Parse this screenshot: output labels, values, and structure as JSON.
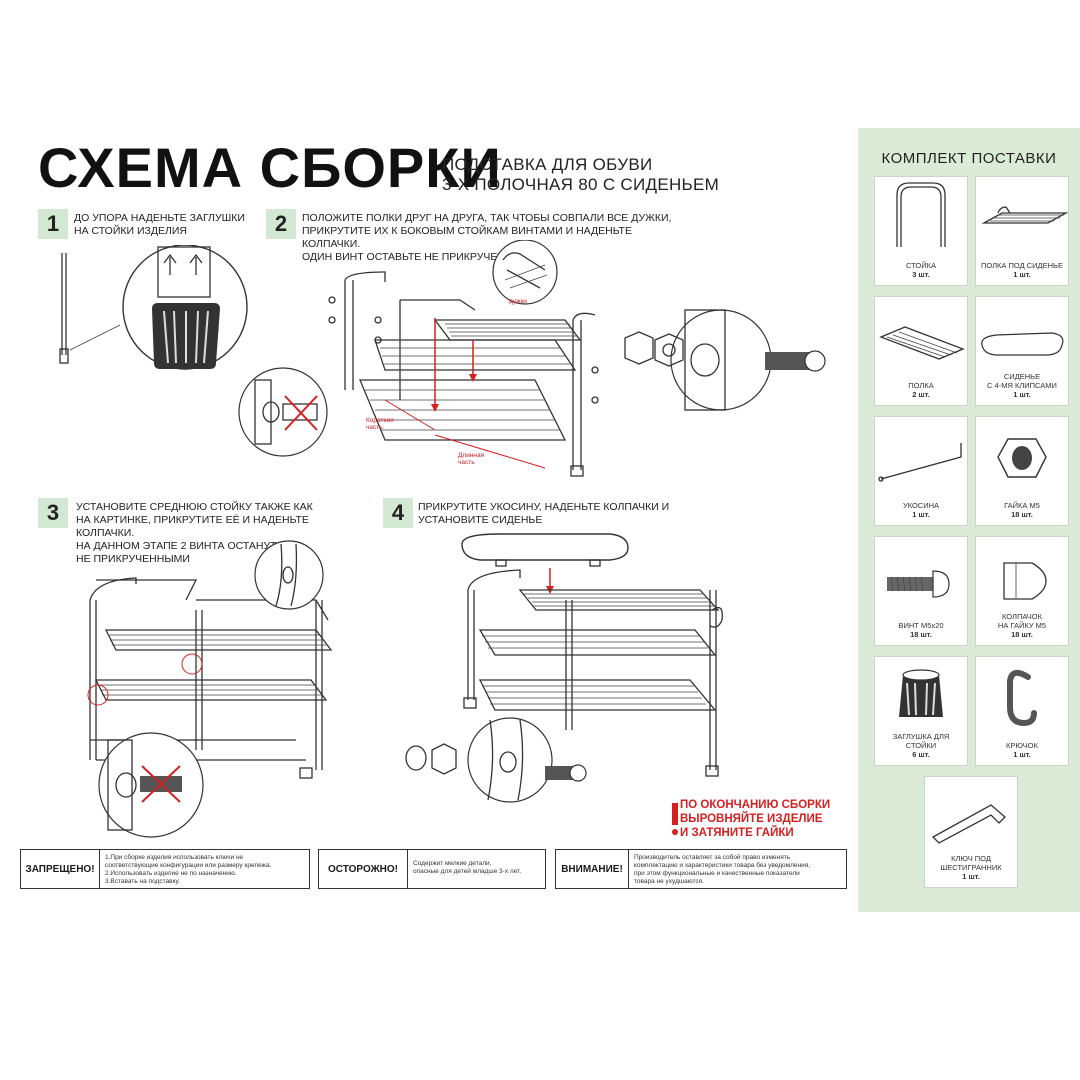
{
  "header": {
    "title": "СХЕМА СБОРКИ",
    "subtitle_line1": "ПОДСТАВКА ДЛЯ ОБУВИ",
    "subtitle_line2": "3-Х ПОЛОЧНАЯ 80 С СИДЕНЬЕМ"
  },
  "steps": [
    {
      "number": "1",
      "line1": "ДО УПОРА НАДЕНЬТЕ ЗАГЛУШКИ",
      "line2": "НА СТОЙКИ ИЗДЕЛИЯ",
      "line3": "",
      "line4": ""
    },
    {
      "number": "2",
      "line1": "ПОЛОЖИТЕ ПОЛКИ ДРУГ НА ДРУГА, ТАК ЧТОБЫ СОВПАЛИ ВСЕ ДУЖКИ,",
      "line2": "ПРИКРУТИТЕ ИХ К БОКОВЫМ СТОЙКАМ  ВИНТАМИ И НАДЕНЬТЕ КОЛПАЧКИ.",
      "line3": "ОДИН ВИНТ ОСТАВЬТЕ НЕ ПРИКРУЧЕННЫМ",
      "line4": ""
    },
    {
      "number": "3",
      "line1": "УСТАНОВИТЕ СРЕДНЮЮ СТОЙКУ ТАКЖЕ КАК",
      "line2": "НА КАРТИНКЕ, ПРИКРУТИТЕ ЕЁ И НАДЕНЬТЕ КОЛПАЧКИ.",
      "line3": "НА ДАННОМ ЭТАПЕ 2 ВИНТА ОСТАНУТСЯ",
      "line4": "НЕ ПРИКРУЧЕННЫМИ"
    },
    {
      "number": "4",
      "line1": "ПРИКРУТИТЕ УКОСИНУ, НАДЕНЬТЕ КОЛПАЧКИ И",
      "line2": "УСТАНОВИТЕ  СИДЕНЬЕ",
      "line3": "",
      "line4": ""
    }
  ],
  "diagram_labels": {
    "dujki": "дужки",
    "short_part_1": "Короткая",
    "short_part_2": "часть",
    "long_part_1": "Длинная",
    "long_part_2": "часть"
  },
  "finish_note": {
    "line1": "ПО ОКОНЧАНИЮ СБОРКИ",
    "line2": "ВЫРОВНЯЙТЕ ИЗДЕЛИЕ",
    "line3": "И ЗАТЯНИТЕ ГАЙКИ"
  },
  "warnings": [
    {
      "label": "ЗАПРЕЩЕНО!",
      "text1": "1.При сборке изделия использовать ключи не",
      "text2": "соответствующие конфигурации или размеру крепежа.",
      "text3": "2.Использовать изделие не по назначению.",
      "text4": "3.Вставать на подставку."
    },
    {
      "label": "ОСТОРОЖНО!",
      "text1": "Содержит мелкие детали,",
      "text2": "опасные для детей младше 3-х лет.",
      "text3": "",
      "text4": ""
    },
    {
      "label": "ВНИМАНИЕ!",
      "text1": "Производитель оставляет за собой право изменять",
      "text2": "комплектацию и характеристики товара без уведомления,",
      "text3": "при этом функциональные и качественные показатели",
      "text4": "товара не ухудшаются."
    }
  ],
  "kit": {
    "title": "КОМПЛЕКТ ПОСТАВКИ",
    "items": [
      {
        "name": "СТОЙКА",
        "name2": "",
        "qty": "3 шт.",
        "icon": "rack-post-icon"
      },
      {
        "name": "ПОЛКА ПОД СИДЕНЬЕ",
        "name2": "",
        "qty": "1 шт.",
        "icon": "seat-shelf-icon"
      },
      {
        "name": "ПОЛКА",
        "name2": "",
        "qty": "2 шт.",
        "icon": "shelf-icon"
      },
      {
        "name": "СИДЕНЬЕ",
        "name2": "С 4-МЯ КЛИПСАМИ",
        "qty": "1 шт.",
        "icon": "seat-icon"
      },
      {
        "name": "УКОСИНА",
        "name2": "",
        "qty": "1 шт.",
        "icon": "brace-icon"
      },
      {
        "name": "ГАЙКА М5",
        "name2": "",
        "qty": "18 шт.",
        "icon": "nut-icon"
      },
      {
        "name": "ВИНТ М5х20",
        "name2": "",
        "qty": "18 шт.",
        "icon": "screw-icon"
      },
      {
        "name": "КОЛПАЧОК",
        "name2": "НА ГАЙКУ М5",
        "qty": "18 шт.",
        "icon": "cap-icon"
      },
      {
        "name": "ЗАГЛУШКА ДЛЯ",
        "name2": "СТОЙКИ",
        "qty": "6 шт.",
        "icon": "foot-plug-icon"
      },
      {
        "name": "КРЮЧОК",
        "name2": "",
        "qty": "1 шт.",
        "icon": "hook-icon"
      },
      {
        "name": "КЛЮЧ ПОД",
        "name2": "ШЕСТИГРАННИК",
        "qty": "1 шт.",
        "icon": "hex-key-icon"
      }
    ]
  },
  "colors": {
    "accent_green": "#d3e8d2",
    "panel_green": "#dcebd8",
    "warning_red": "#d42020"
  }
}
